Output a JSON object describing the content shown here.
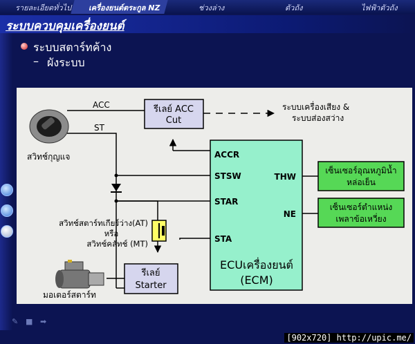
{
  "nav": {
    "items": [
      {
        "label": "รายละเอียดทั่วไป"
      },
      {
        "label": "เครื่องยนต์ตระกูล NZ"
      },
      {
        "label": "ช่วงล่าง"
      },
      {
        "label": "ตัวถัง"
      },
      {
        "label": "ไฟฟ้าตัวถัง"
      }
    ],
    "active_index": 1
  },
  "page_title": "ระบบควบคุมเครื่องยนต์",
  "bullets": {
    "main": "ระบบสตาร์ทค้าง",
    "sub_dash": "–",
    "sub": "ผังระบบ"
  },
  "diagram": {
    "ignition_switch_label": "สวิทช์กุญแจ",
    "acc_label": "ACC",
    "st_label": "ST",
    "acc_cut_relay": {
      "line1": "รีเลย์ ACC",
      "line2": "Cut"
    },
    "audio_lighting": {
      "line1": "ระบบเครื่องเสียง &",
      "line2": "ระบบส่องสว่าง"
    },
    "ecm": {
      "title_line1": "ECUเครื่องยนต์",
      "title_line2": "(ECM)",
      "pins_left": [
        "ACCR",
        "STSW",
        "STAR",
        "STA"
      ],
      "pins_right": [
        "THW",
        "NE"
      ]
    },
    "coolant_sensor": {
      "line1": "เซ็นเซอร์อุณหภูมิน้ำ",
      "line2": "หล่อเย็น"
    },
    "crank_sensor": {
      "line1": "เซ็นเซอร์ตำแหน่ง",
      "line2": "เพลาข้อเหวี่ยง"
    },
    "neutral_switch": {
      "line1": "สวิทช์สตาร์ทเกียร์ว่าง(AT)",
      "line2": "หรือ",
      "line3": "สวิทช์คลัทช์ (MT)"
    },
    "starter_relay": {
      "line1": "รีเลย์",
      "line2": "Starter"
    },
    "starter_motor_label": "มอเตอร์สตาร์ท"
  },
  "footer": {
    "caption": "[902x720] http://upic.me/"
  },
  "colors": {
    "background": "#0c1452",
    "box_fill": "#d6d6ee",
    "ecm_fill": "#96f0cc",
    "sensor_fill": "#56d856"
  }
}
